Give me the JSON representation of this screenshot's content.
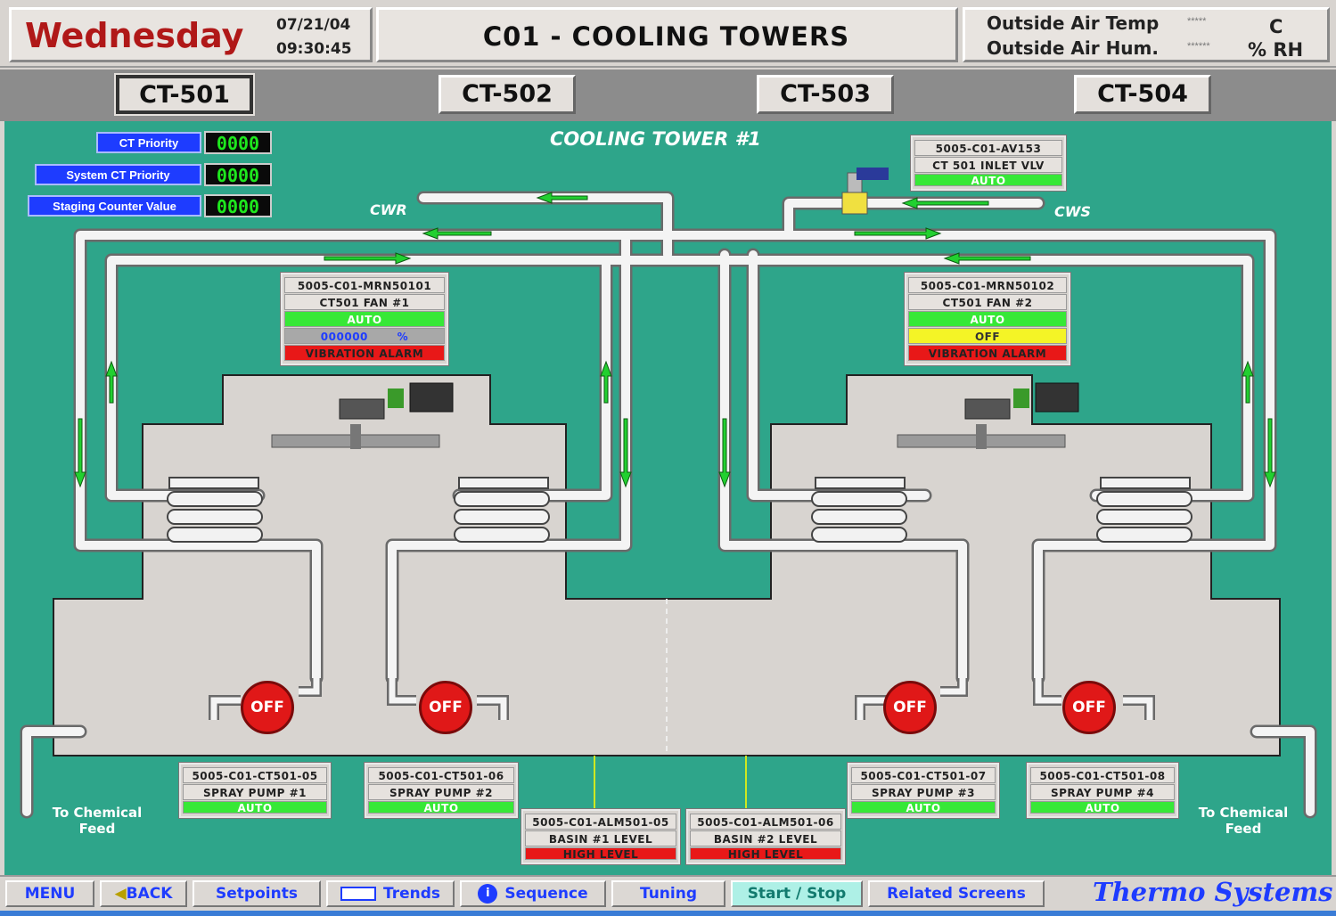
{
  "header": {
    "day": "Wednesday",
    "date": "07/21/04",
    "time": "09:30:45",
    "title": "C01 - COOLING TOWERS",
    "oat_label": "Outside Air Temp",
    "oat_value": "*****",
    "oat_unit": "C",
    "oah_label": "Outside Air Hum.",
    "oah_value": "******",
    "oah_unit": "% RH"
  },
  "tabs": [
    "CT-501",
    "CT-502",
    "CT-503",
    "CT-504"
  ],
  "main": {
    "section_title": "COOLING TOWER #1",
    "cwr": "CWR",
    "cws": "CWS",
    "priority": [
      {
        "label": "CT Priority",
        "value": "0000"
      },
      {
        "label": "System CT Priority",
        "value": "0000"
      },
      {
        "label": "Staging Counter Value",
        "value": "0000"
      }
    ],
    "valve": {
      "tag": "5005-C01-AV153",
      "name": "CT 501 INLET VLV",
      "status": "AUTO"
    },
    "fan1": {
      "tag": "5005-C01-MRN50101",
      "name": "CT501 FAN #1",
      "status": "AUTO",
      "speed": "000000",
      "unit": "%",
      "alarm": "VIBRATION ALARM"
    },
    "fan2": {
      "tag": "5005-C01-MRN50102",
      "name": "CT501 FAN #2",
      "status": "AUTO",
      "state": "OFF",
      "alarm": "VIBRATION ALARM"
    },
    "pumps": [
      {
        "tag": "5005-C01-CT501-05",
        "name": "SPRAY PUMP #1",
        "status": "AUTO",
        "state": "OFF"
      },
      {
        "tag": "5005-C01-CT501-06",
        "name": "SPRAY PUMP #2",
        "status": "AUTO",
        "state": "OFF"
      },
      {
        "tag": "5005-C01-CT501-07",
        "name": "SPRAY PUMP #3",
        "status": "AUTO",
        "state": "OFF"
      },
      {
        "tag": "5005-C01-CT501-08",
        "name": "SPRAY PUMP #4",
        "status": "AUTO",
        "state": "OFF"
      }
    ],
    "basins": [
      {
        "tag": "5005-C01-ALM501-05",
        "name": "BASIN #1 LEVEL",
        "alarm": "HIGH LEVEL"
      },
      {
        "tag": "5005-C01-ALM501-06",
        "name": "BASIN #2 LEVEL",
        "alarm": "HIGH LEVEL"
      }
    ],
    "chem_left": "To Chemical\nFeed",
    "chem_right": "To Chemical\nFeed"
  },
  "nav": {
    "menu": "MENU",
    "back": "BACK",
    "setpoints": "Setpoints",
    "trends": "Trends",
    "sequence": "Sequence",
    "tuning": "Tuning",
    "startstop": "Start / Stop",
    "related": "Related Screens",
    "brand": "Thermo Systems"
  },
  "colors": {
    "bg": "#2ea58a",
    "ok": "#37e837",
    "alarm": "#e81818",
    "warn": "#f4f426",
    "link": "#1e3cff"
  }
}
